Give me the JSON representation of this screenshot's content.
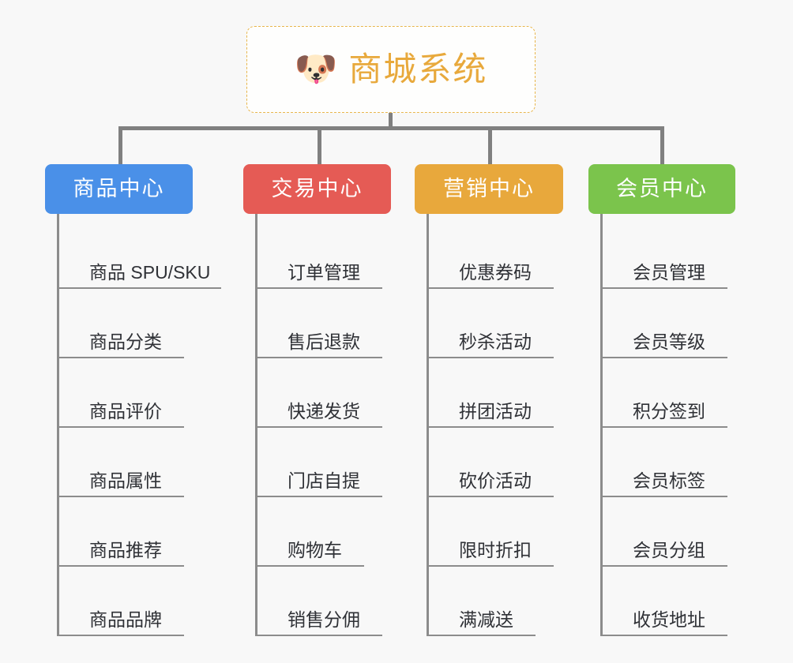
{
  "background_color": "#f8f8f8",
  "root": {
    "icon": "shiba-dog-face-emoji",
    "icon_glyph": "🐶",
    "title": "商城系统",
    "title_color": "#e8a93c",
    "border_color": "#e8b64c",
    "border_style": "dashed"
  },
  "connector_color": "#808080",
  "columns": [
    {
      "header": "商品中心",
      "color": "#4a90e8",
      "items": [
        {
          "label": "商品 SPU/SKU",
          "rule_width": 205
        },
        {
          "label": "商品分类",
          "rule_width": 158
        },
        {
          "label": "商品评价",
          "rule_width": 158
        },
        {
          "label": "商品属性",
          "rule_width": 158
        },
        {
          "label": "商品推荐",
          "rule_width": 158
        },
        {
          "label": "商品品牌",
          "rule_width": 158
        }
      ]
    },
    {
      "header": "交易中心",
      "color": "#e55b55",
      "items": [
        {
          "label": "订单管理",
          "rule_width": 158
        },
        {
          "label": "售后退款",
          "rule_width": 158
        },
        {
          "label": "快递发货",
          "rule_width": 158
        },
        {
          "label": "门店自提",
          "rule_width": 158
        },
        {
          "label": "购物车",
          "rule_width": 135
        },
        {
          "label": "销售分佣",
          "rule_width": 158
        }
      ]
    },
    {
      "header": "营销中心",
      "color": "#e8a83c",
      "items": [
        {
          "label": "优惠券码",
          "rule_width": 158
        },
        {
          "label": "秒杀活动",
          "rule_width": 158
        },
        {
          "label": "拼团活动",
          "rule_width": 158
        },
        {
          "label": "砍价活动",
          "rule_width": 158
        },
        {
          "label": "限时折扣",
          "rule_width": 158
        },
        {
          "label": "满减送",
          "rule_width": 135
        }
      ]
    },
    {
      "header": "会员中心",
      "color": "#7bc44c",
      "items": [
        {
          "label": "会员管理",
          "rule_width": 158
        },
        {
          "label": "会员等级",
          "rule_width": 158
        },
        {
          "label": "积分签到",
          "rule_width": 158
        },
        {
          "label": "会员标签",
          "rule_width": 158
        },
        {
          "label": "会员分组",
          "rule_width": 158
        },
        {
          "label": "收货地址",
          "rule_width": 158
        }
      ]
    }
  ]
}
